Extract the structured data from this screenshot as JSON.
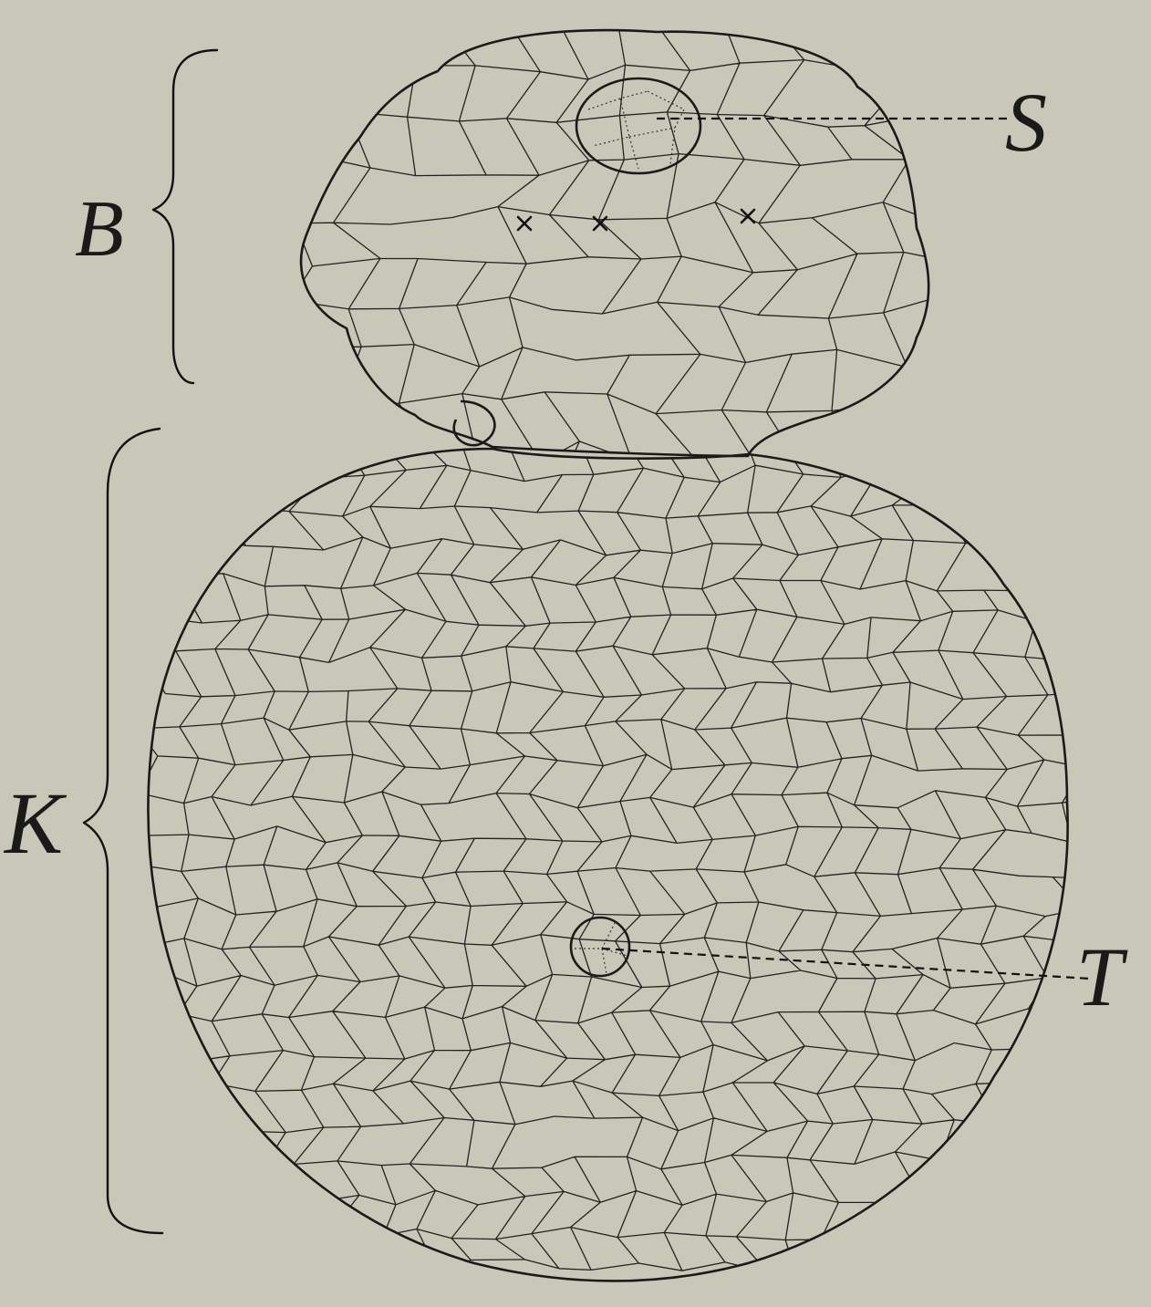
{
  "labels": {
    "B": "B",
    "K": "K",
    "S": "S",
    "T": "T"
  },
  "markers": [
    "×",
    "×",
    "×"
  ],
  "colors": {
    "background": "#c9c7b8",
    "ink": "#1a1a1a"
  }
}
